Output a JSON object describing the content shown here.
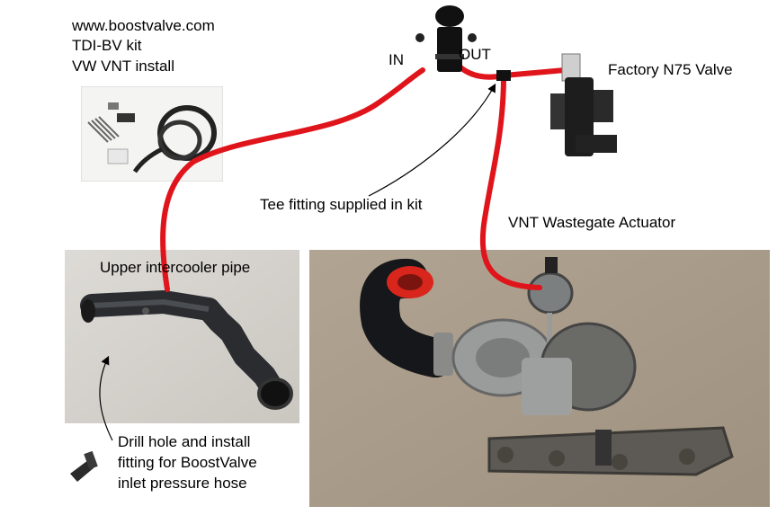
{
  "kit": {
    "website": "www.boostvalve.com",
    "kit_name": "TDI-BV kit",
    "install": "VW VNT install"
  },
  "labels": {
    "in_port": "IN",
    "out_port": "OUT",
    "n75_valve": "Factory N75 Valve",
    "tee_fitting": "Tee fitting supplied in kit",
    "vnt_actuator": "VNT Wastegate Actuator",
    "intercooler_pipe": "Upper intercooler pipe",
    "drill_line1": "Drill hole and install",
    "drill_line2": "fitting for BoostValve",
    "drill_line3": "inlet pressure hose"
  },
  "colors": {
    "hose_red": "#e0141b",
    "photo_bg_left": "#d3d0cb",
    "photo_bg_right": "#a89a88",
    "part_black": "#1a1a1a",
    "metal_gray": "#8a8a88"
  },
  "icons": {
    "boostvalve": "boostvalve-icon",
    "n75": "n75-valve-icon",
    "tee": "tee-fitting-icon",
    "fitting": "elbow-fitting-icon"
  }
}
